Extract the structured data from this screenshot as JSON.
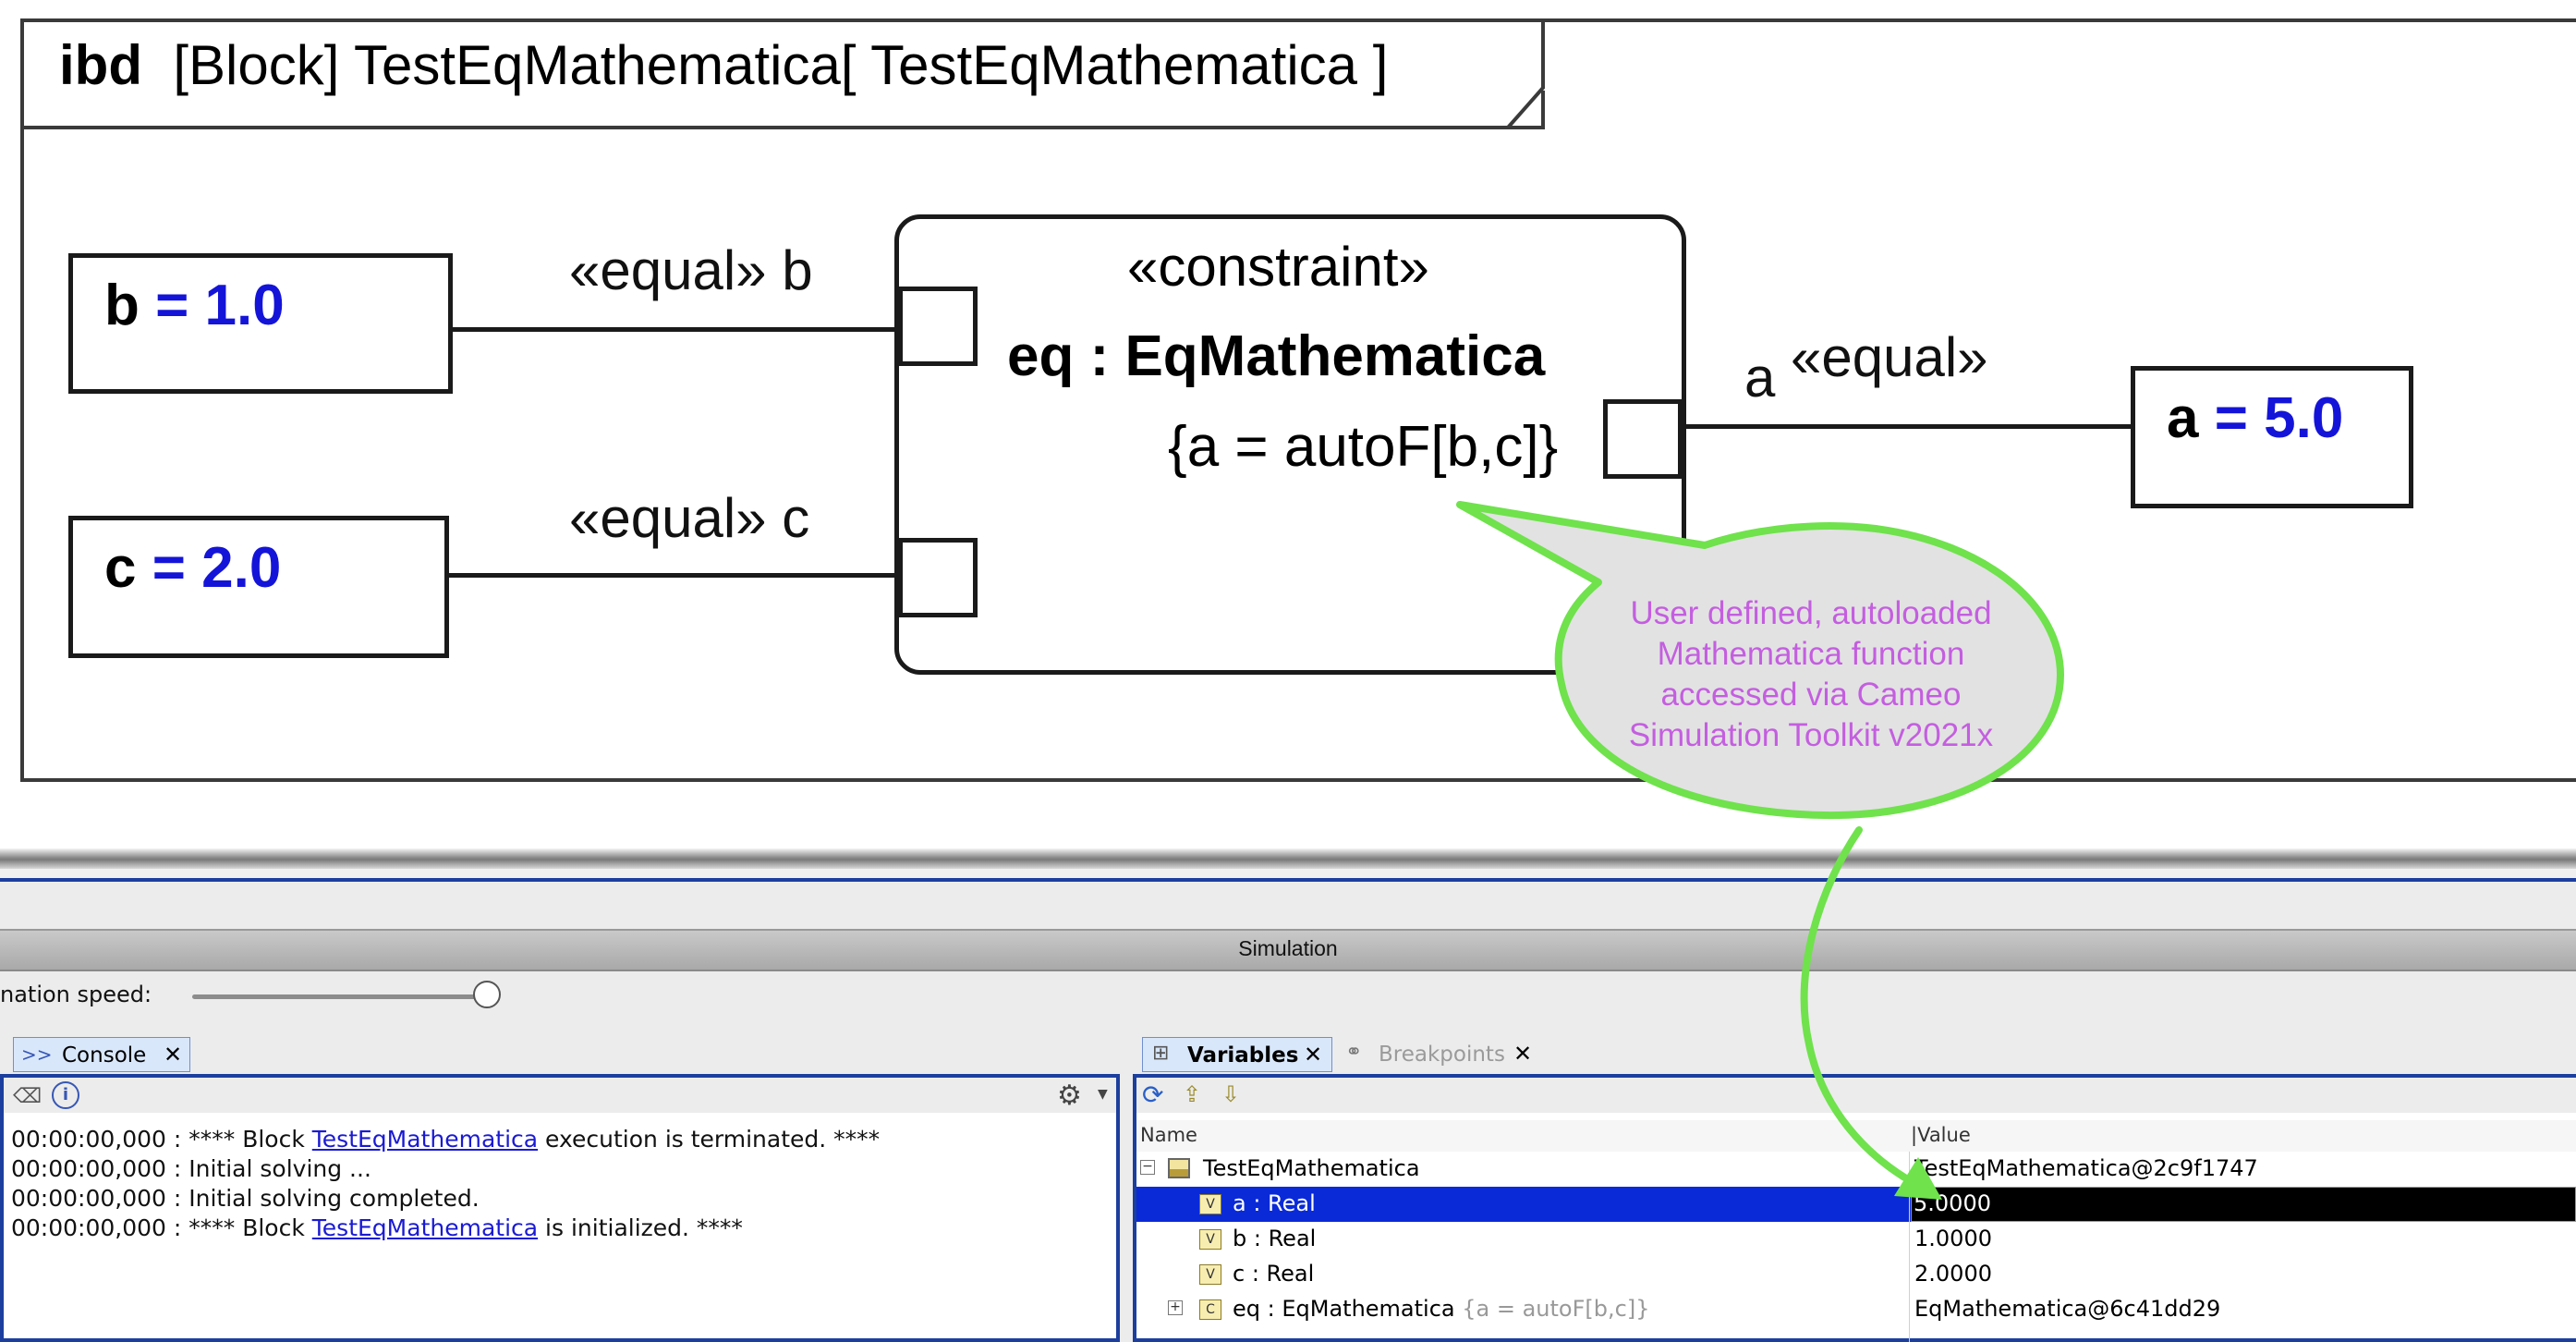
{
  "diagram": {
    "frame_kind": "ibd",
    "frame_title": "[Block] TestEqMathematica[ TestEqMathematica ]",
    "blocks": [
      {
        "name": "b",
        "value": "= 1.0"
      },
      {
        "name": "c",
        "value": "= 2.0"
      },
      {
        "name": "a",
        "value": "= 5.0"
      }
    ],
    "constraint": {
      "stereotype": "«constraint»",
      "name": "eq : EqMathematica",
      "expression": "{a = autoF[b,c]}"
    },
    "connectors": [
      {
        "stereotype": "«equal»",
        "end": "b"
      },
      {
        "stereotype": "«equal»",
        "end": "c"
      },
      {
        "stereotype": "«equal»",
        "end": "a"
      }
    ],
    "callout": "User defined, autoloaded Mathematica function accessed via Cameo Simulation Toolkit v2021x",
    "colors": {
      "value_blue": "#1414d9",
      "callout_text": "#c45ee0",
      "callout_border": "#6fe24c",
      "callout_fill": "#e2e2e2"
    }
  },
  "simulation": {
    "title": "Simulation",
    "speed_label": "nation speed:",
    "slider_value": 1.0,
    "console_tab": "Console",
    "variables_tab": "Variables",
    "breakpoints_tab": "Breakpoints",
    "console_lines": [
      {
        "pre": "00:00:00,000 : **** Block ",
        "link": "TestEqMathematica",
        "post": " execution is terminated. ****"
      },
      {
        "pre": "00:00:00,000 : Initial solving ...",
        "link": "",
        "post": ""
      },
      {
        "pre": "00:00:00,000 : Initial solving completed.",
        "link": "",
        "post": ""
      },
      {
        "pre": "00:00:00,000 : **** Block ",
        "link": "TestEqMathematica",
        "post": " is initialized. ****"
      }
    ],
    "var_headers": {
      "name": "Name",
      "value": "Value"
    },
    "variables": [
      {
        "name": "TestEqMathematica",
        "value": "TestEqMathematica@2c9f1747"
      },
      {
        "name": "a : Real",
        "value": "5.0000"
      },
      {
        "name": "b : Real",
        "value": "1.0000"
      },
      {
        "name": "c : Real",
        "value": "2.0000"
      },
      {
        "name": "eq : EqMathematica",
        "extra": "{a = autoF[b,c]}",
        "value": "EqMathematica@6c41dd29"
      }
    ],
    "colors": {
      "selection": "#0a2ad8",
      "link": "#1a1ad4",
      "border_blue": "#1c3f9e"
    }
  }
}
